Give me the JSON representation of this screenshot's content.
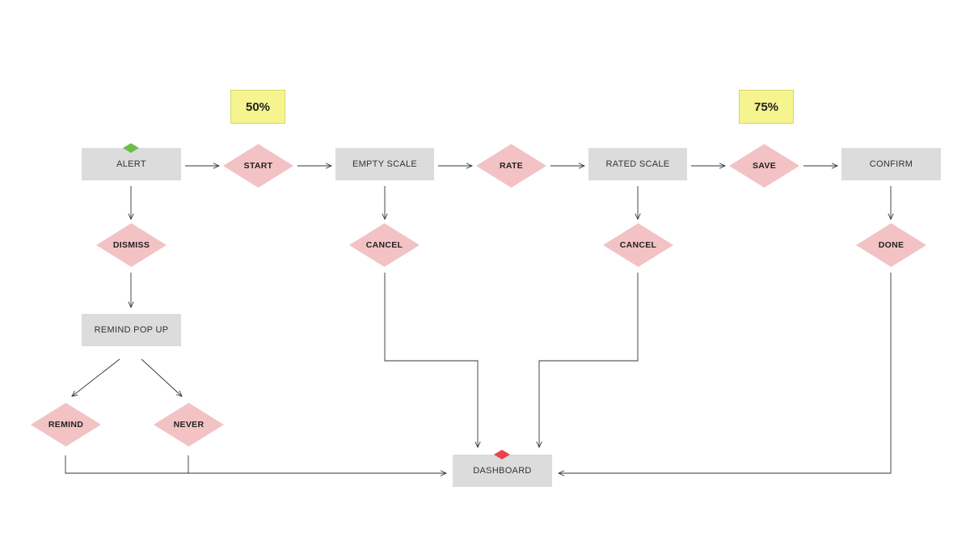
{
  "colors": {
    "process_fill": "#dcdcdc",
    "decision_fill": "#f2c2c4",
    "progress_fill": "#f5f48e",
    "start_marker": "#6abf4b",
    "end_marker": "#e8434e",
    "connector": "#333333"
  },
  "progress": {
    "p50": "50%",
    "p75": "75%"
  },
  "steps": {
    "alert": "ALERT",
    "empty_scale": "EMPTY SCALE",
    "rated_scale": "RATED SCALE",
    "confirm": "CONFIRM",
    "remind_popup": "REMIND POP UP",
    "dashboard": "DASHBOARD"
  },
  "decisions": {
    "start": "START",
    "rate": "RATE",
    "save": "SAVE",
    "dismiss": "DISMISS",
    "cancel_1": "CANCEL",
    "cancel_2": "CANCEL",
    "done": "DONE",
    "remind": "REMIND",
    "never": "NEVER"
  }
}
